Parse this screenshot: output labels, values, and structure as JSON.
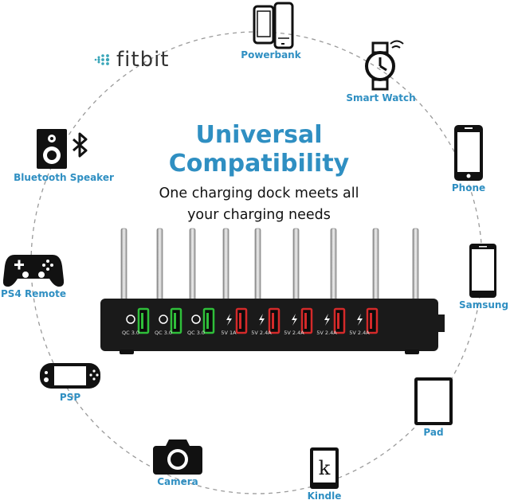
{
  "headline": {
    "title_line1": "Universal",
    "title_line2": "Compatibility",
    "subtitle_line1": "One charging dock meets all",
    "subtitle_line2": "your charging needs"
  },
  "brand": {
    "fitbit": "fitbit"
  },
  "devices": {
    "powerbank": "Powerbank",
    "smart_watch": "Smart Watch",
    "phone": "Phone",
    "samsung": "Samsung",
    "pad": "Pad",
    "kindle": "Kindle",
    "kindle_letter": "k",
    "camera": "Camera",
    "psp": "PSP",
    "ps4_remote": "PS4 Remote",
    "bluetooth_speaker": "Bluetooth Speaker"
  },
  "dock_ports": [
    {
      "label": "QC 3.0",
      "color": "#2fbf3a"
    },
    {
      "label": "QC 3.0",
      "color": "#2fbf3a"
    },
    {
      "label": "QC 3.0",
      "color": "#2fbf3a"
    },
    {
      "label": "5V 1A",
      "color": "#d42a2a"
    },
    {
      "label": "5V 2.4A",
      "color": "#d42a2a"
    },
    {
      "label": "5V 2.4A",
      "color": "#d42a2a"
    },
    {
      "label": "5V 2.4A",
      "color": "#d42a2a"
    },
    {
      "label": "5V 2.4A",
      "color": "#d42a2a"
    }
  ],
  "colors": {
    "accent": "#2f8fc2",
    "dock": "#1a1a1a"
  }
}
